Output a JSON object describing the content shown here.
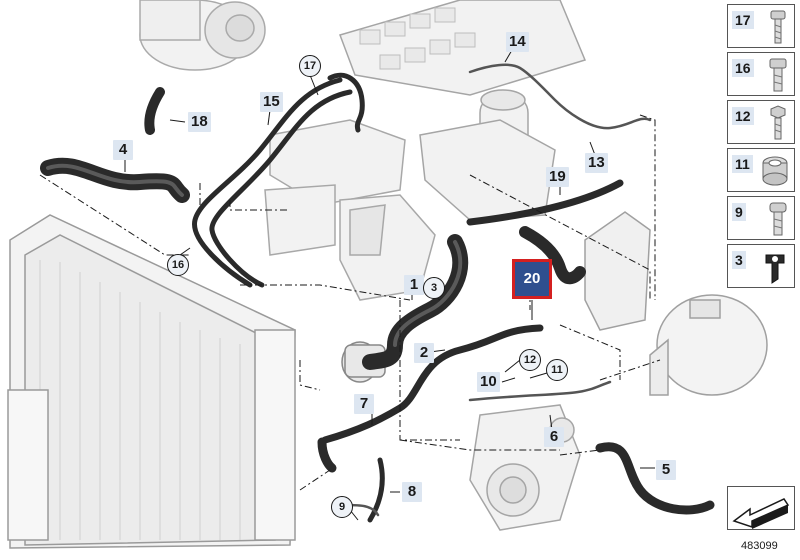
{
  "callouts": {
    "c17_circle": "17",
    "c14": "14",
    "c15": "15",
    "c18": "18",
    "c4": "4",
    "c13": "13",
    "c19": "19",
    "c16_circle": "16",
    "c20": "20",
    "c1": "1",
    "c3_circle": "3",
    "c2": "2",
    "c12_circle": "12",
    "c11_circle": "11",
    "c10": "10",
    "c7": "7",
    "c6": "6",
    "c5": "5",
    "c8": "8",
    "c9_circle": "9"
  },
  "legend": {
    "items": [
      {
        "num": "17",
        "icon": "bolt-icon"
      },
      {
        "num": "16",
        "icon": "bolt-icon"
      },
      {
        "num": "12",
        "icon": "bolt-icon"
      },
      {
        "num": "11",
        "icon": "sleeve-icon"
      },
      {
        "num": "9",
        "icon": "bolt-icon"
      },
      {
        "num": "3",
        "icon": "clip-icon"
      }
    ]
  },
  "reference_number": "483099",
  "colors": {
    "callout_fill": "#dde6f1",
    "highlight_fill": "#2f4f8f",
    "highlight_border": "#d42020",
    "hose": "#2a2a2a",
    "part_outline": "#9a9a9a"
  }
}
